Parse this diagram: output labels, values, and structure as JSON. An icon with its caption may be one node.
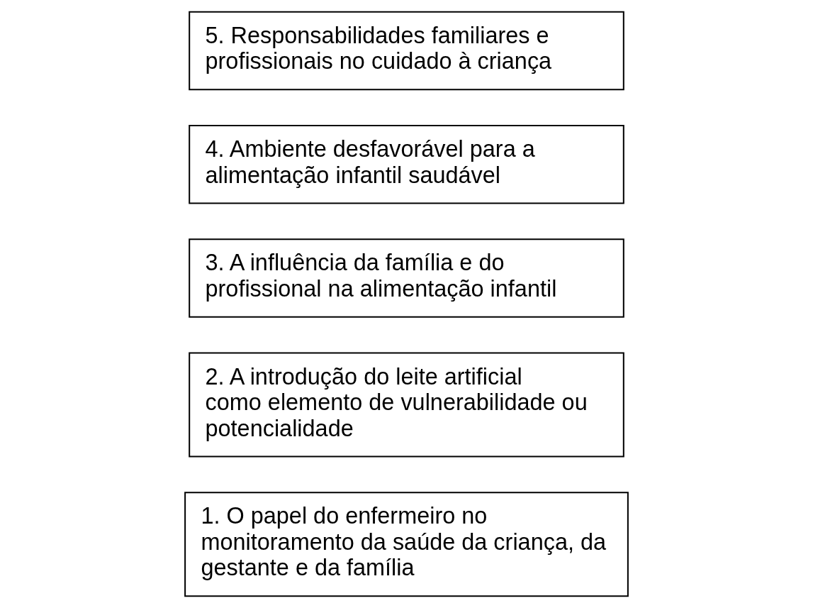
{
  "diagram": {
    "nodes": [
      {
        "text": [
          "1. O papel do enfermeiro no monitoramento da saúde da criança, da gestante e da família"
        ]
      },
      {
        "text": [
          "2. A introdução do leite artificial como elemento de vulnerabilidade ou potencialidade"
        ]
      },
      {
        "text": [
          "3. A influência da família e do profissional na alimentação infantil"
        ]
      },
      {
        "text": [
          "4. Ambiente desfavorável para a alimentação infantil saudável"
        ]
      },
      {
        "text": [
          "5. Responsabilidades familiares e profissionais no cuidado à criança"
        ]
      }
    ]
  }
}
